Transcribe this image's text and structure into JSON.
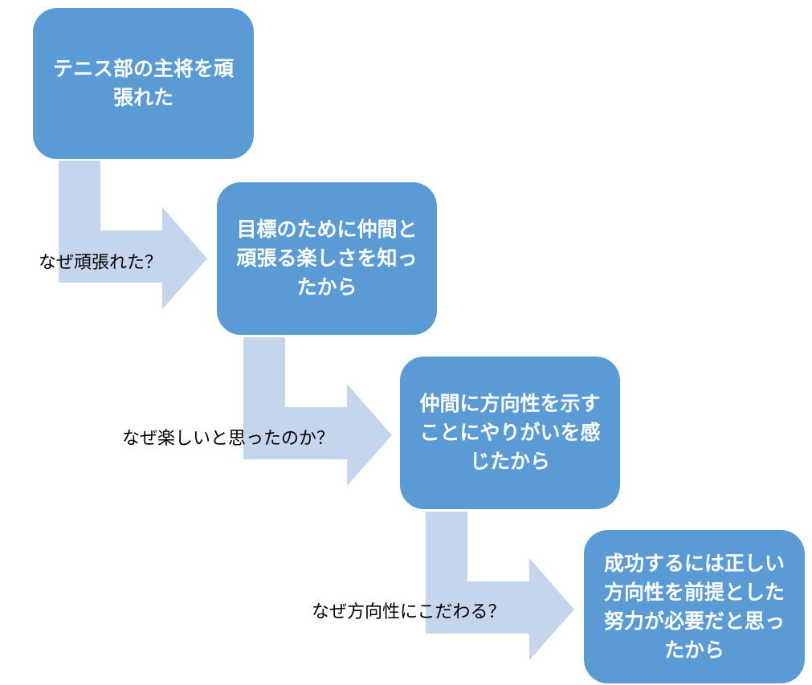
{
  "colors": {
    "box": "#5b9bd5",
    "arrow": "#c5d5eb",
    "box_text": "#ffffff",
    "question_text": "#000000"
  },
  "steps": [
    {
      "text": "テニス部の主将を頑張れた"
    },
    {
      "text": "目標のために仲間と頑張る楽しさを知ったから"
    },
    {
      "text": "仲間に方向性を示すことにやりがいを感じたから"
    },
    {
      "text": "成功するには正しい方向性を前提とした努力が必要だと思ったから"
    }
  ],
  "questions": [
    {
      "text": "なぜ頑張れた？"
    },
    {
      "text": "なぜ楽しいと思ったのか？"
    },
    {
      "text": "なぜ方向性にこだわる？"
    }
  ]
}
